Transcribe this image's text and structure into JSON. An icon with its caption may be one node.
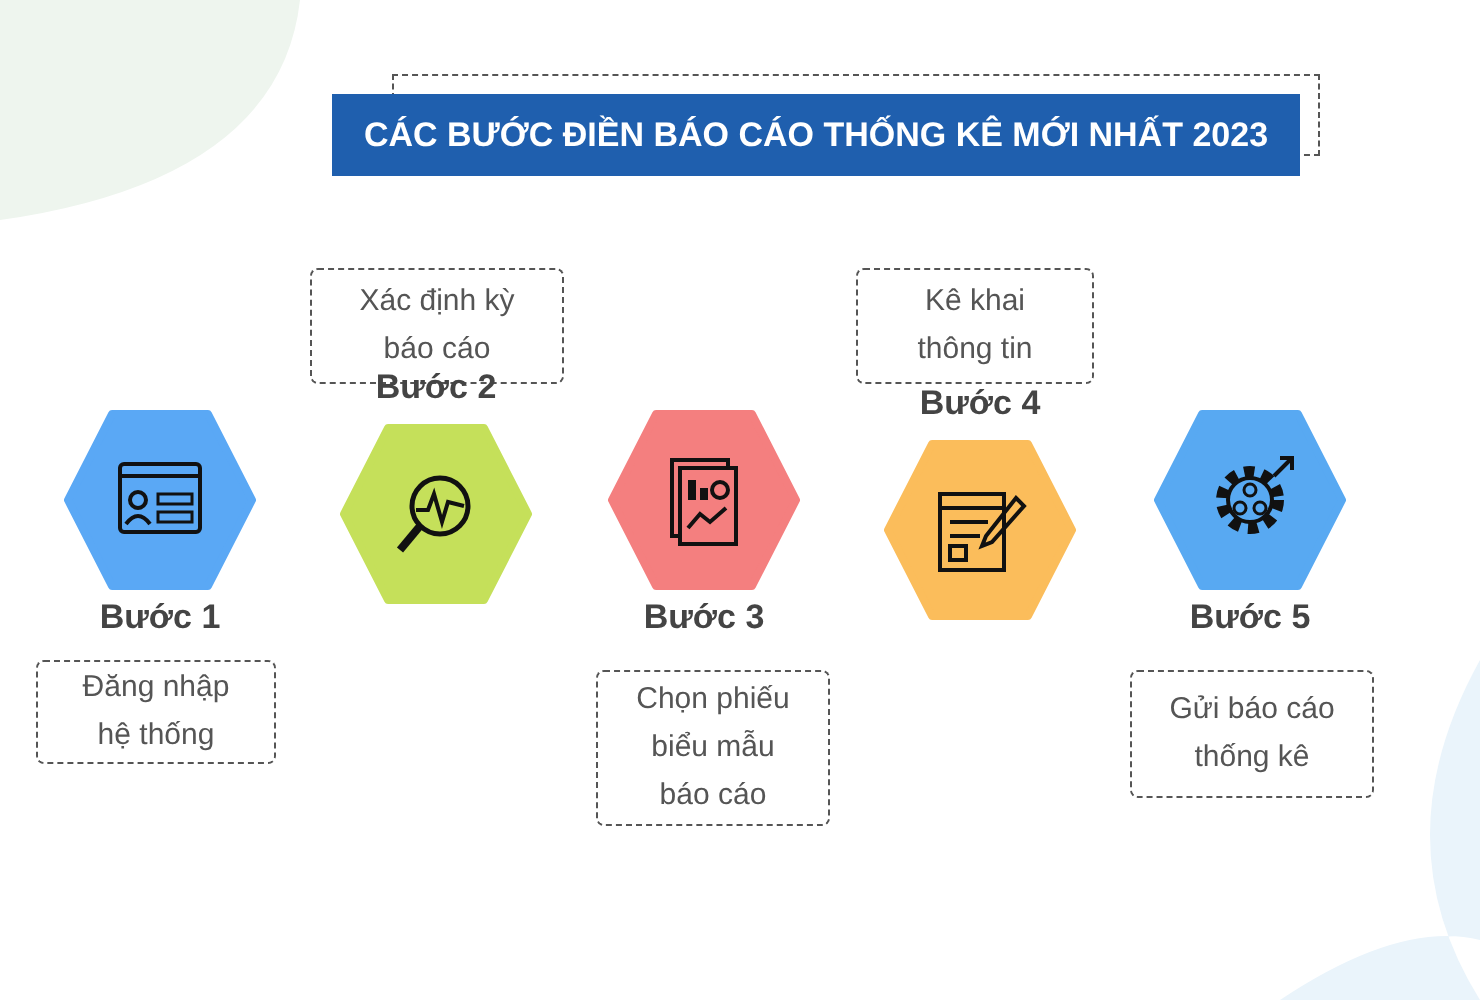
{
  "diagram": {
    "title": "CÁC BƯỚC ĐIỀN BÁO CÁO THỐNG KÊ MỚI NHẤT 2023",
    "nodes": [
      {
        "text": [
          "Bước 1"
        ]
      },
      {
        "text": [
          "Đăng nhập hệ thống"
        ]
      },
      {
        "text": [
          "Xác định kỳ báo cáo"
        ]
      },
      {
        "text": [
          "Bước 2"
        ]
      },
      {
        "text": [
          "Bước 3"
        ]
      },
      {
        "text": [
          "Chọn phiếu biểu mẫu báo cáo"
        ]
      },
      {
        "text": [
          "Kê khai thông tin"
        ]
      },
      {
        "text": [
          "Bước 4"
        ]
      },
      {
        "text": [
          "Bước 5"
        ]
      },
      {
        "text": [
          "Gửi báo cáo thống kê"
        ]
      }
    ]
  }
}
